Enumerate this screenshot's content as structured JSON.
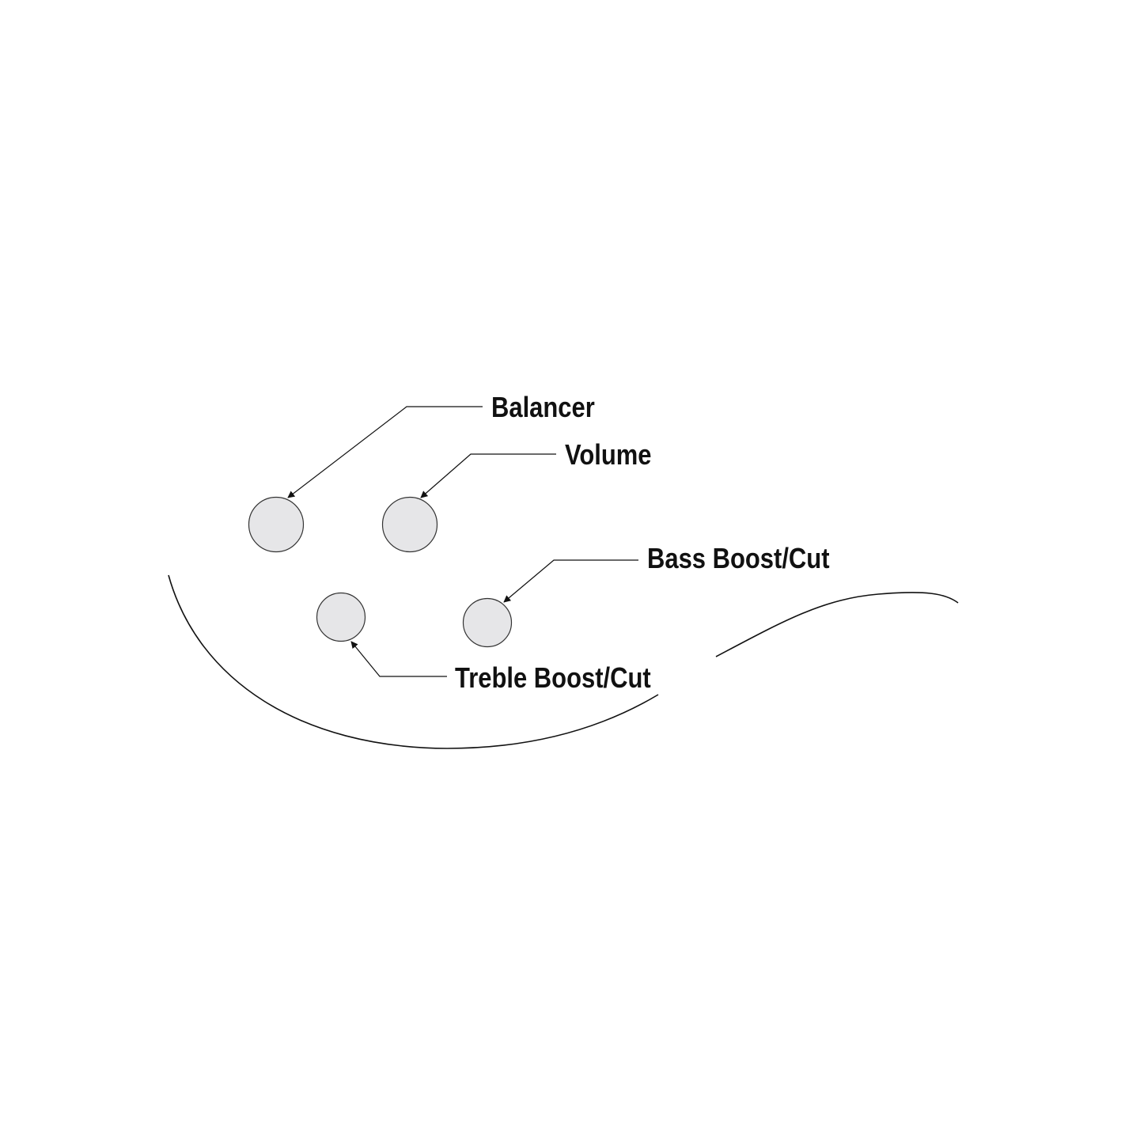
{
  "labels": {
    "balancer": "Balancer",
    "volume": "Volume",
    "bass": "Bass Boost/Cut",
    "treble": "Treble Boost/Cut"
  },
  "colors": {
    "knob_fill": "#e6e6e8",
    "line": "#111111",
    "background": "#ffffff"
  }
}
